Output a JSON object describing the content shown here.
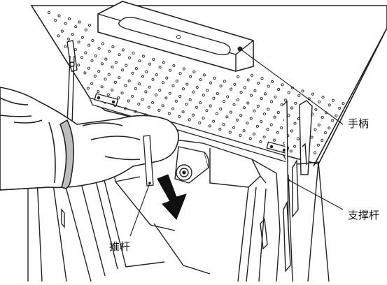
{
  "figure": {
    "labels": {
      "handle": "手柄",
      "support_rod": "支撑杆",
      "push_rod": "推杆"
    },
    "colors": {
      "line": "#222222",
      "arrow": "#111111",
      "glove_shadow": "#bdbdbd",
      "background": "#ffffff"
    },
    "icons": [
      "down-arrow-icon",
      "glove-hand-illustration"
    ]
  }
}
